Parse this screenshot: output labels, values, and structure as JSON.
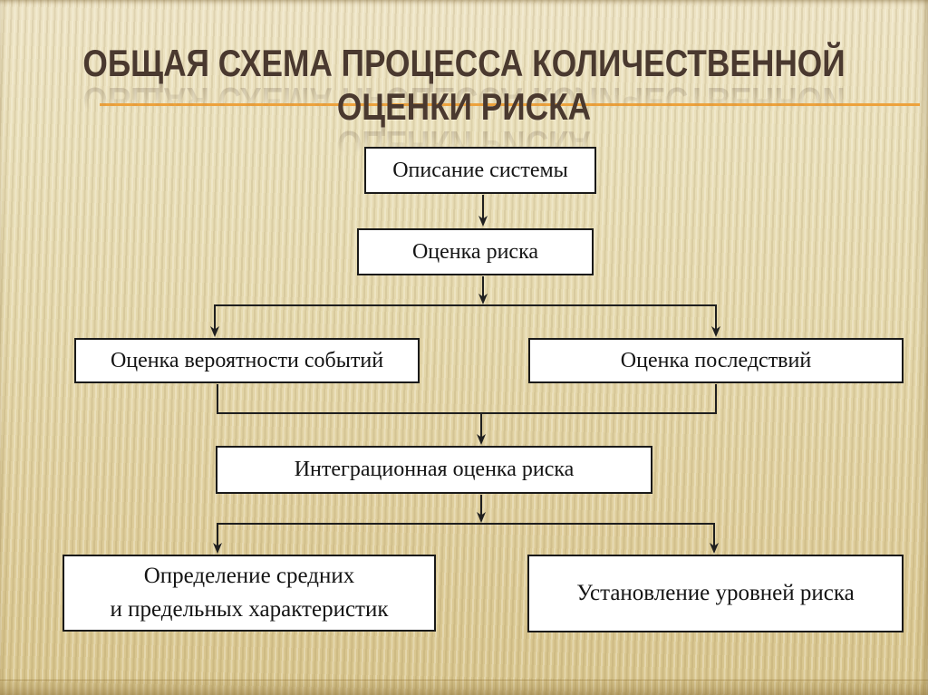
{
  "slide": {
    "title": {
      "line1": "ОБЩАЯ СХЕМА ПРОЦЕССА КОЛИЧЕСТВЕННОЙ",
      "line2": "ОЦЕНКИ РИСКА",
      "text_color": "#4a392f",
      "underline_color": "#eda23c"
    },
    "background_color": "#e6dab0"
  },
  "flowchart": {
    "node_fill": "#ffffff",
    "node_border_color": "#1a1a1a",
    "connector_color": "#1f1f1f",
    "nodes": [
      {
        "id": "system-description",
        "label": "Описание системы"
      },
      {
        "id": "risk-assessment",
        "label": "Оценка риска"
      },
      {
        "id": "event-probability",
        "label": "Оценка вероятности событий"
      },
      {
        "id": "consequences",
        "label": "Оценка последствий"
      },
      {
        "id": "integration",
        "label": "Интеграционная оценка риска"
      },
      {
        "id": "characteristics",
        "label": "Определение средних\nи предельных характеристик"
      },
      {
        "id": "risk-levels",
        "label": "Установление уровней риска"
      }
    ],
    "edges": [
      {
        "from": "system-description",
        "to": "risk-assessment"
      },
      {
        "from": "risk-assessment",
        "to": "event-probability"
      },
      {
        "from": "risk-assessment",
        "to": "consequences"
      },
      {
        "from": "event-probability",
        "to": "integration"
      },
      {
        "from": "consequences",
        "to": "integration"
      },
      {
        "from": "integration",
        "to": "characteristics"
      },
      {
        "from": "integration",
        "to": "risk-levels"
      }
    ]
  }
}
